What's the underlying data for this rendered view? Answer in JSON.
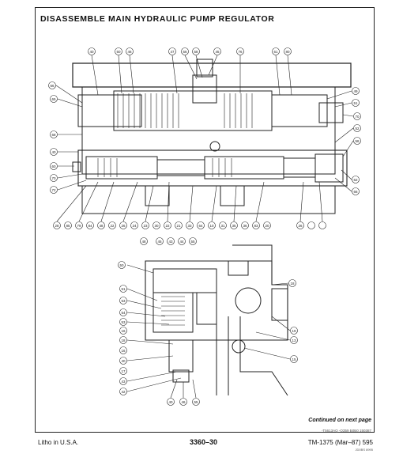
{
  "page": {
    "title": "DISASSEMBLE MAIN HYDRAULIC PUMP REGULATOR",
    "continued": "Continued on next page",
    "figure_ref": "-T5613AQ -ОЗ59 Б0Б0 150387",
    "footer_left": "Litho in U.S.A.",
    "footer_center": "3360–30",
    "footer_right": "TM-1375 (Mar–87) 595",
    "footer_code": "JD0BS 8995"
  },
  "callouts_top": [
    "40",
    "50",
    "46",
    "47",
    "56",
    "58",
    "45",
    "76",
    "61",
    "80",
    "75"
  ],
  "callouts_left": [
    "66",
    "65",
    "68",
    "40",
    "60",
    "70",
    "72"
  ],
  "callouts_right": [
    "49",
    "51",
    "70",
    "52",
    "58",
    "62",
    "66",
    "88"
  ],
  "callouts_bottom": [
    "28",
    "85",
    "79",
    "84",
    "48",
    "22",
    "26",
    "24",
    "23",
    "30",
    "22",
    "21",
    "33",
    "64",
    "10",
    "31",
    "35",
    "36",
    "83",
    "20",
    "26"
  ],
  "callouts_detail_top": [
    "48",
    "45",
    "43",
    "44",
    "55"
  ],
  "callouts_detail_left": [
    "50",
    "51",
    "53",
    "54",
    "53",
    "16",
    "18",
    "16",
    "40",
    "17",
    "43",
    "42"
  ],
  "callouts_detail_right": [
    "18",
    "19",
    "13",
    "15"
  ],
  "callouts_detail_bottom": [
    "40",
    "46",
    "55"
  ]
}
